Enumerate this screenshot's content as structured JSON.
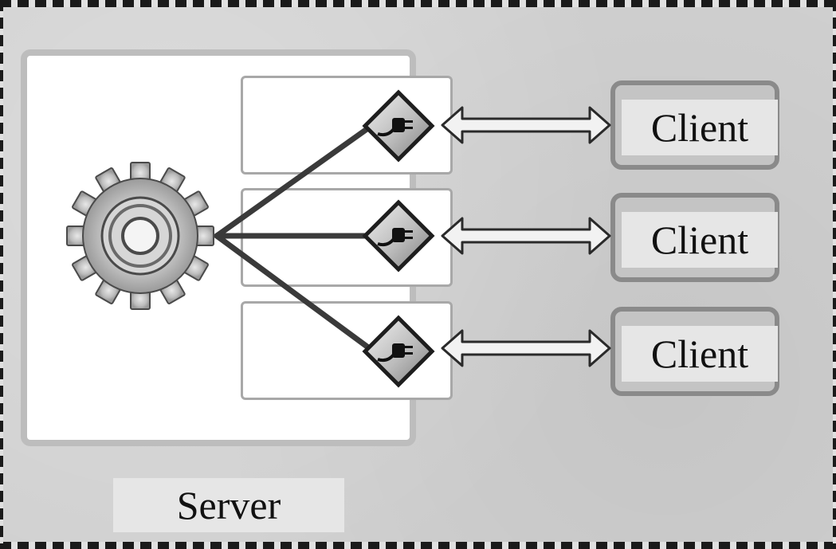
{
  "diagram": {
    "server": {
      "label": "Server",
      "icon": "gear-icon"
    },
    "sockets": [
      {
        "icon": "plug-icon"
      },
      {
        "icon": "plug-icon"
      },
      {
        "icon": "plug-icon"
      }
    ],
    "clients": [
      {
        "label": "Client"
      },
      {
        "label": "Client"
      },
      {
        "label": "Client"
      }
    ],
    "connectors": "double-arrow"
  }
}
